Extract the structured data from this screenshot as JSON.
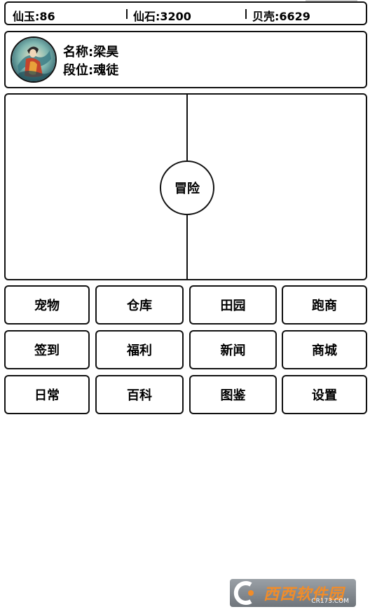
{
  "resources": {
    "jade": "仙玉:86",
    "stones": "仙石:3200",
    "shells": "贝壳:6629"
  },
  "profile": {
    "name": "名称:梁昊",
    "rank": "段位:魂徒"
  },
  "adventure": {
    "label": "冒险"
  },
  "menu": [
    [
      "宠物",
      "仓库",
      "田园",
      "跑商"
    ],
    [
      "签到",
      "福利",
      "新闻",
      "商城"
    ],
    [
      "日常",
      "百科",
      "图鉴",
      "设置"
    ]
  ],
  "watermark": {
    "text": "西西软件园",
    "subtext": "CR173.COM"
  },
  "colors": {
    "border": "#111111",
    "background": "#ffffff",
    "watermark_accent": "#f28c28"
  }
}
